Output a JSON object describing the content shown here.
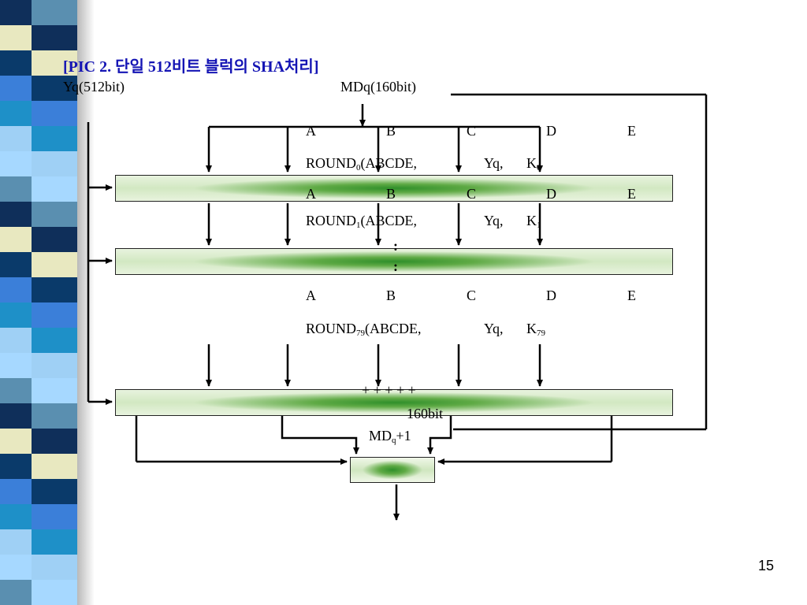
{
  "title": "[PIC 2.  단일 512비트 블럭의 SHA처리]",
  "input_block": "Yq(512bit)",
  "chaining_input": "MDq(160bit)",
  "registers": [
    "A",
    "B",
    "C",
    "D",
    "E"
  ],
  "rounds": [
    {
      "prefix": "ROUND",
      "sub": "0",
      "args": "(ABCDE,",
      "yq": "Yq,",
      "k": "K",
      "k_sub": "0"
    },
    {
      "prefix": "ROUND",
      "sub": "1",
      "args": "(ABCDE,",
      "yq": "Yq,",
      "k": "K",
      "k_sub": "1"
    },
    {
      "prefix": "ROUND",
      "sub": "79",
      "args": "(ABCDE,",
      "yq": "Yq,",
      "k": "K",
      "k_sub": "79"
    }
  ],
  "ellipsis": [
    ":",
    ":"
  ],
  "adders": "+ + + + +",
  "output_size": "160bit",
  "output": {
    "prefix": "MD",
    "sub": "q",
    "suffix": "+1"
  },
  "page_number": "15",
  "colors": {
    "title": "#1414b4",
    "band_dark": "#2f8f2a",
    "band_light": "#e8f3de"
  }
}
